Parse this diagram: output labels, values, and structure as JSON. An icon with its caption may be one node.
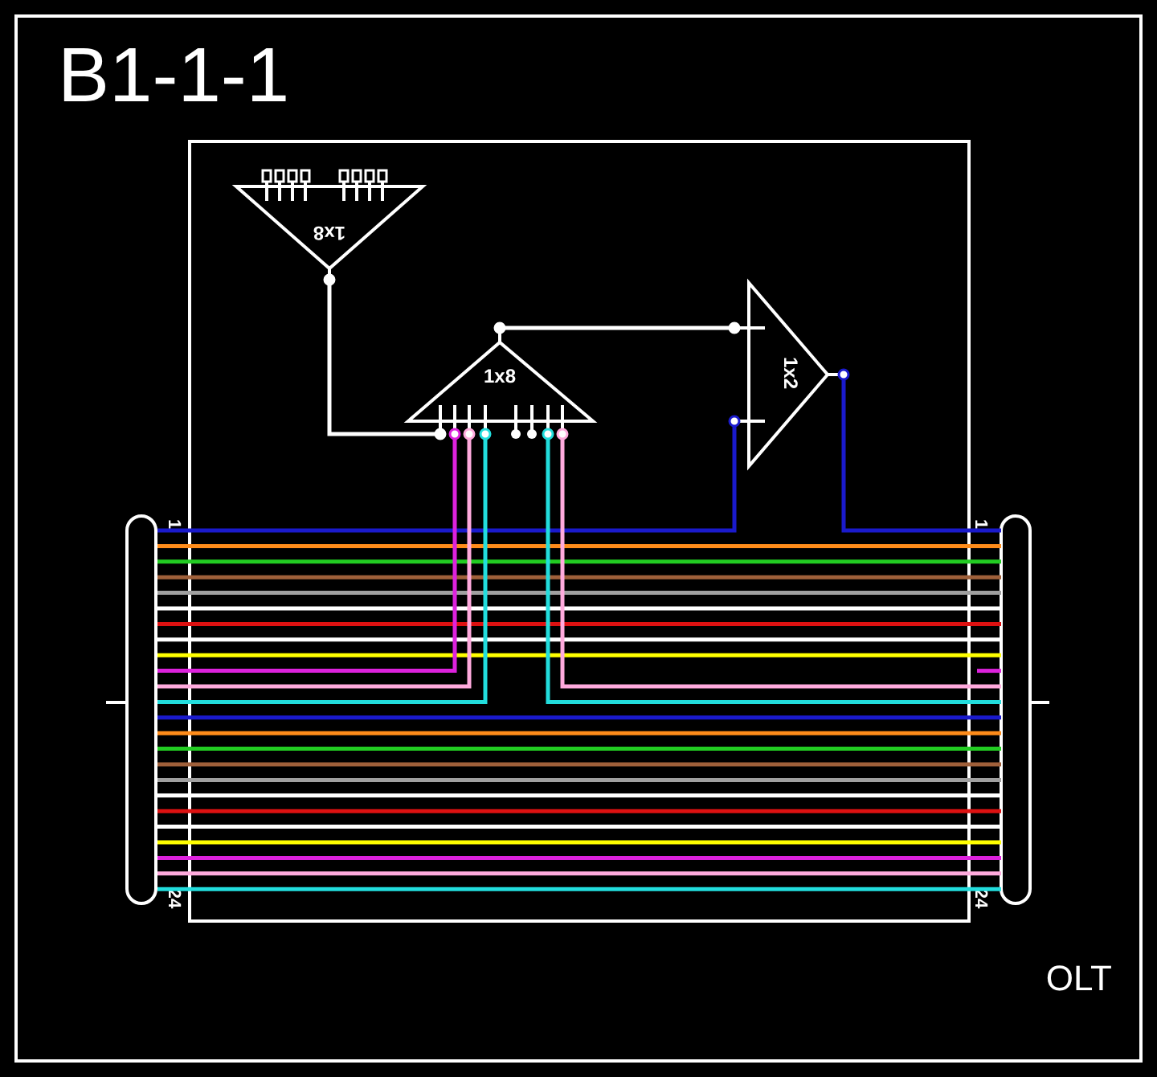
{
  "diagram": {
    "title": "B1-1-1",
    "nodes": [
      {
        "text": [
          "1x8"
        ]
      },
      {
        "text": [
          "1x8"
        ]
      },
      {
        "text": [
          "1x2"
        ]
      },
      {
        "text": [],
        "shape": "box",
        "beside": [
          "1",
          "24"
        ]
      },
      {
        "text": [],
        "shape": "box",
        "beside": [
          "1",
          "24"
        ]
      }
    ],
    "edges": [
      {
        "from": 0,
        "to": 1,
        "arrow": "other",
        "color": "#ffffff"
      },
      {
        "from": 1,
        "to": 2,
        "arrow": "other",
        "color": "#ffffff"
      },
      {
        "from": 3,
        "to": 2,
        "arrow": "other",
        "color": "#1a1acc"
      },
      {
        "from": 2,
        "to": 4,
        "arrow": "other",
        "color": "#1a1acc"
      },
      {
        "from": 3,
        "to": 4,
        "arrow": "none",
        "color": "#ff8c1a"
      },
      {
        "from": 3,
        "to": 4,
        "arrow": "none",
        "color": "#22cc22"
      },
      {
        "from": 3,
        "to": 4,
        "arrow": "none",
        "color": "#a0603a"
      },
      {
        "from": 3,
        "to": 4,
        "arrow": "none",
        "color": "#a0a0a0"
      },
      {
        "from": 3,
        "to": 4,
        "arrow": "none",
        "color": "#ffffff"
      },
      {
        "from": 3,
        "to": 4,
        "arrow": "none",
        "color": "#dd1111"
      },
      {
        "from": 3,
        "to": 4,
        "arrow": "none",
        "color": "#ffffff"
      },
      {
        "from": 3,
        "to": 4,
        "arrow": "none",
        "color": "#ffff00"
      },
      {
        "from": 1,
        "to": 3,
        "arrow": "other",
        "color": "#dd22dd"
      },
      {
        "from": 1,
        "to": 3,
        "arrow": "other",
        "color": "#ffaadd"
      },
      {
        "from": 1,
        "to": 3,
        "arrow": "other",
        "color": "#22dddd"
      },
      {
        "from": 1,
        "to": 4,
        "arrow": "other",
        "color": "#22dddd"
      },
      {
        "from": 1,
        "to": 4,
        "arrow": "other",
        "color": "#ffaadd"
      },
      {
        "from": 4,
        "to": null,
        "arrow": "none",
        "color": "#dd22dd"
      },
      {
        "from": 3,
        "to": 4,
        "arrow": "none",
        "color": "#1a1acc"
      },
      {
        "from": 3,
        "to": 4,
        "arrow": "none",
        "color": "#ff8c1a"
      },
      {
        "from": 3,
        "to": 4,
        "arrow": "none",
        "color": "#22cc22"
      },
      {
        "from": 3,
        "to": 4,
        "arrow": "none",
        "color": "#a0603a"
      },
      {
        "from": 3,
        "to": 4,
        "arrow": "none",
        "color": "#a0a0a0"
      },
      {
        "from": 3,
        "to": 4,
        "arrow": "none",
        "color": "#ffffff"
      },
      {
        "from": 3,
        "to": 4,
        "arrow": "none",
        "color": "#dd1111"
      },
      {
        "from": 3,
        "to": 4,
        "arrow": "none",
        "color": "#ffffff"
      },
      {
        "from": 3,
        "to": 4,
        "arrow": "none",
        "color": "#ffff00"
      },
      {
        "from": 3,
        "to": 4,
        "arrow": "none",
        "color": "#dd22dd"
      },
      {
        "from": 3,
        "to": 4,
        "arrow": "none",
        "color": "#ffaadd"
      },
      {
        "from": 3,
        "to": 4,
        "arrow": "none",
        "color": "#22dddd"
      }
    ],
    "labels": [
      "OLT"
    ]
  }
}
